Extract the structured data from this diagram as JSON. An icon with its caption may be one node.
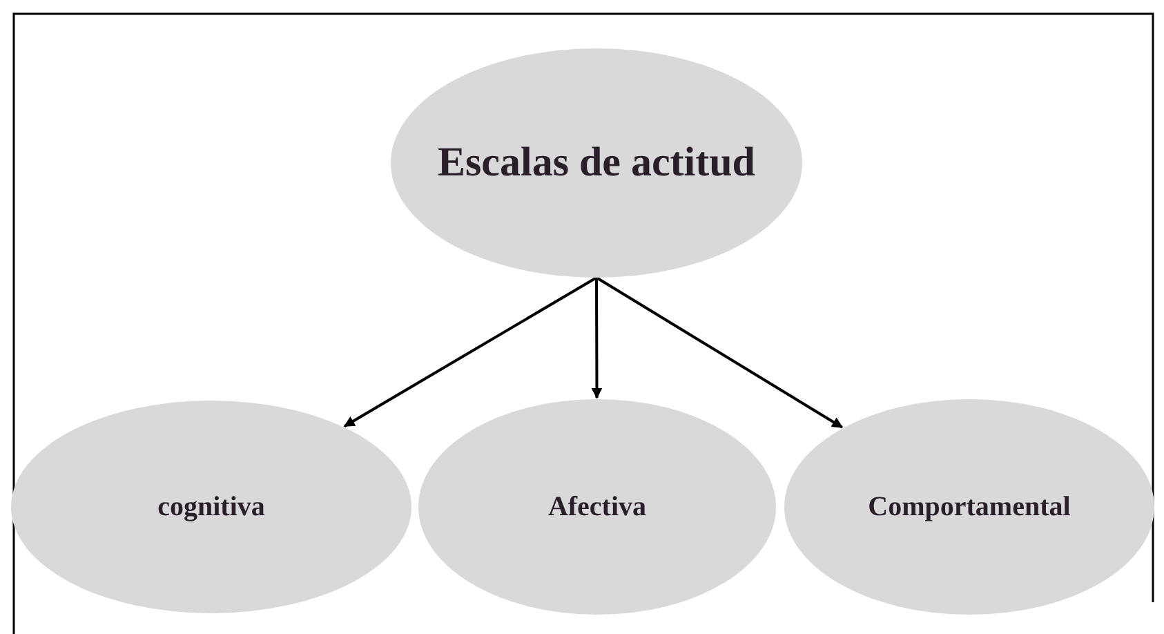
{
  "diagram": {
    "nodes": [
      {
        "text": [
          "Escalas de actitud"
        ]
      },
      {
        "text": [
          "cognitiva"
        ]
      },
      {
        "text": [
          "Afectiva"
        ]
      },
      {
        "text": [
          "Comportamental"
        ]
      }
    ],
    "edges": [
      {
        "from": 0,
        "to": 1,
        "arrow": "to"
      },
      {
        "from": 0,
        "to": 2,
        "arrow": "to"
      },
      {
        "from": 0,
        "to": 3,
        "arrow": "to"
      }
    ]
  }
}
